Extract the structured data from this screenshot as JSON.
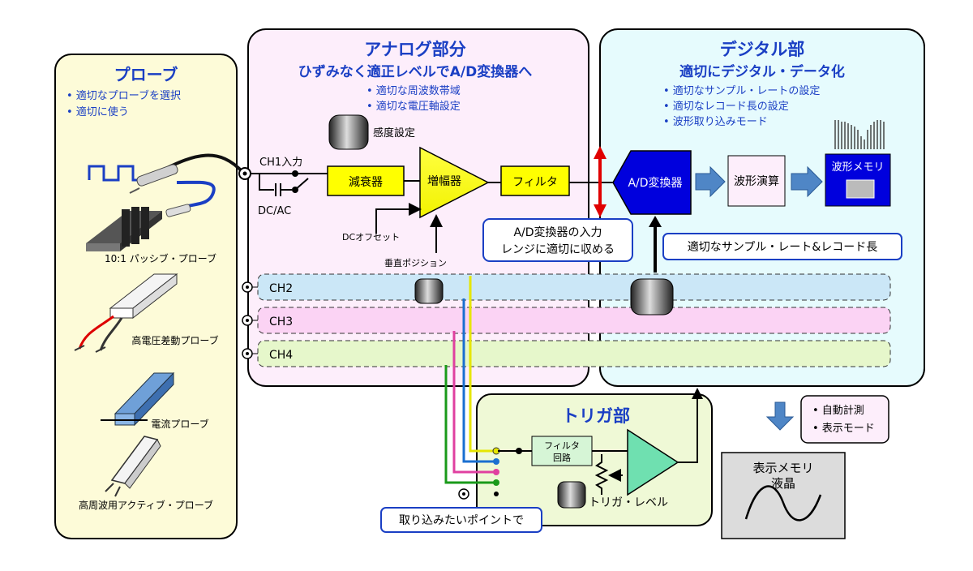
{
  "probe": {
    "title": "プローブ",
    "bullets": [
      "• 適切なプローブを選択",
      "• 適切に使う"
    ],
    "passive": "10:1 パッシブ・プローブ",
    "hv_diff": "高電圧差動プローブ",
    "current": "電流プローブ",
    "active": "高周波用アクティブ・プローブ"
  },
  "analog": {
    "title": "アナログ部分",
    "subtitle": "ひずみなく適正レベルでA/D変換器へ",
    "bullets": [
      "• 適切な周波数帯域",
      "• 適切な電圧軸設定"
    ],
    "sensitivity": "感度設定",
    "ch1_input": "CH1入力",
    "coupling": "DC/AC",
    "attenuator": "減衰器",
    "amplifier": "増幅器",
    "filter": "フィルタ",
    "dc_offset": "DCオフセット",
    "vertical_position": "垂直ポジション",
    "callout_line1": "A/D変換器の入力",
    "callout_line2": "レンジに適切に収める"
  },
  "digital": {
    "title": "デジタル部",
    "subtitle": "適切にデジタル・データ化",
    "bullets": [
      "• 適切なサンプル・レートの設定",
      "• 適切なレコード長の設定",
      "• 波形取り込みモード"
    ],
    "adc": "A/D変換器",
    "waveform_calc": "波形演算",
    "waveform_memory": "波形メモリ",
    "callout": "適切なサンプル・レート&レコード長"
  },
  "channels": [
    "CH2",
    "CH3",
    "CH4"
  ],
  "trigger": {
    "title": "トリガ部",
    "filter_line1": "フィルタ",
    "filter_line2": "回路",
    "level": "トリガ・レベル",
    "callout": "取り込みたいポイントで"
  },
  "output": {
    "items": [
      "• 自動計測",
      "• 表示モード"
    ],
    "display_line1": "表示メモリ",
    "display_line2": "液晶"
  },
  "colors": {
    "probe_bg": "#fdfbd8",
    "analog_bg": "#fdeefb",
    "digital_bg": "#e6fbfd",
    "trigger_bg": "#eff9d6",
    "yellow_block": "#ffff00",
    "adc_blue": "#0000dd",
    "arrow_blue": "#4f86c6",
    "red_arrow": "#e00000",
    "title_blue": "#1a3fc4"
  }
}
